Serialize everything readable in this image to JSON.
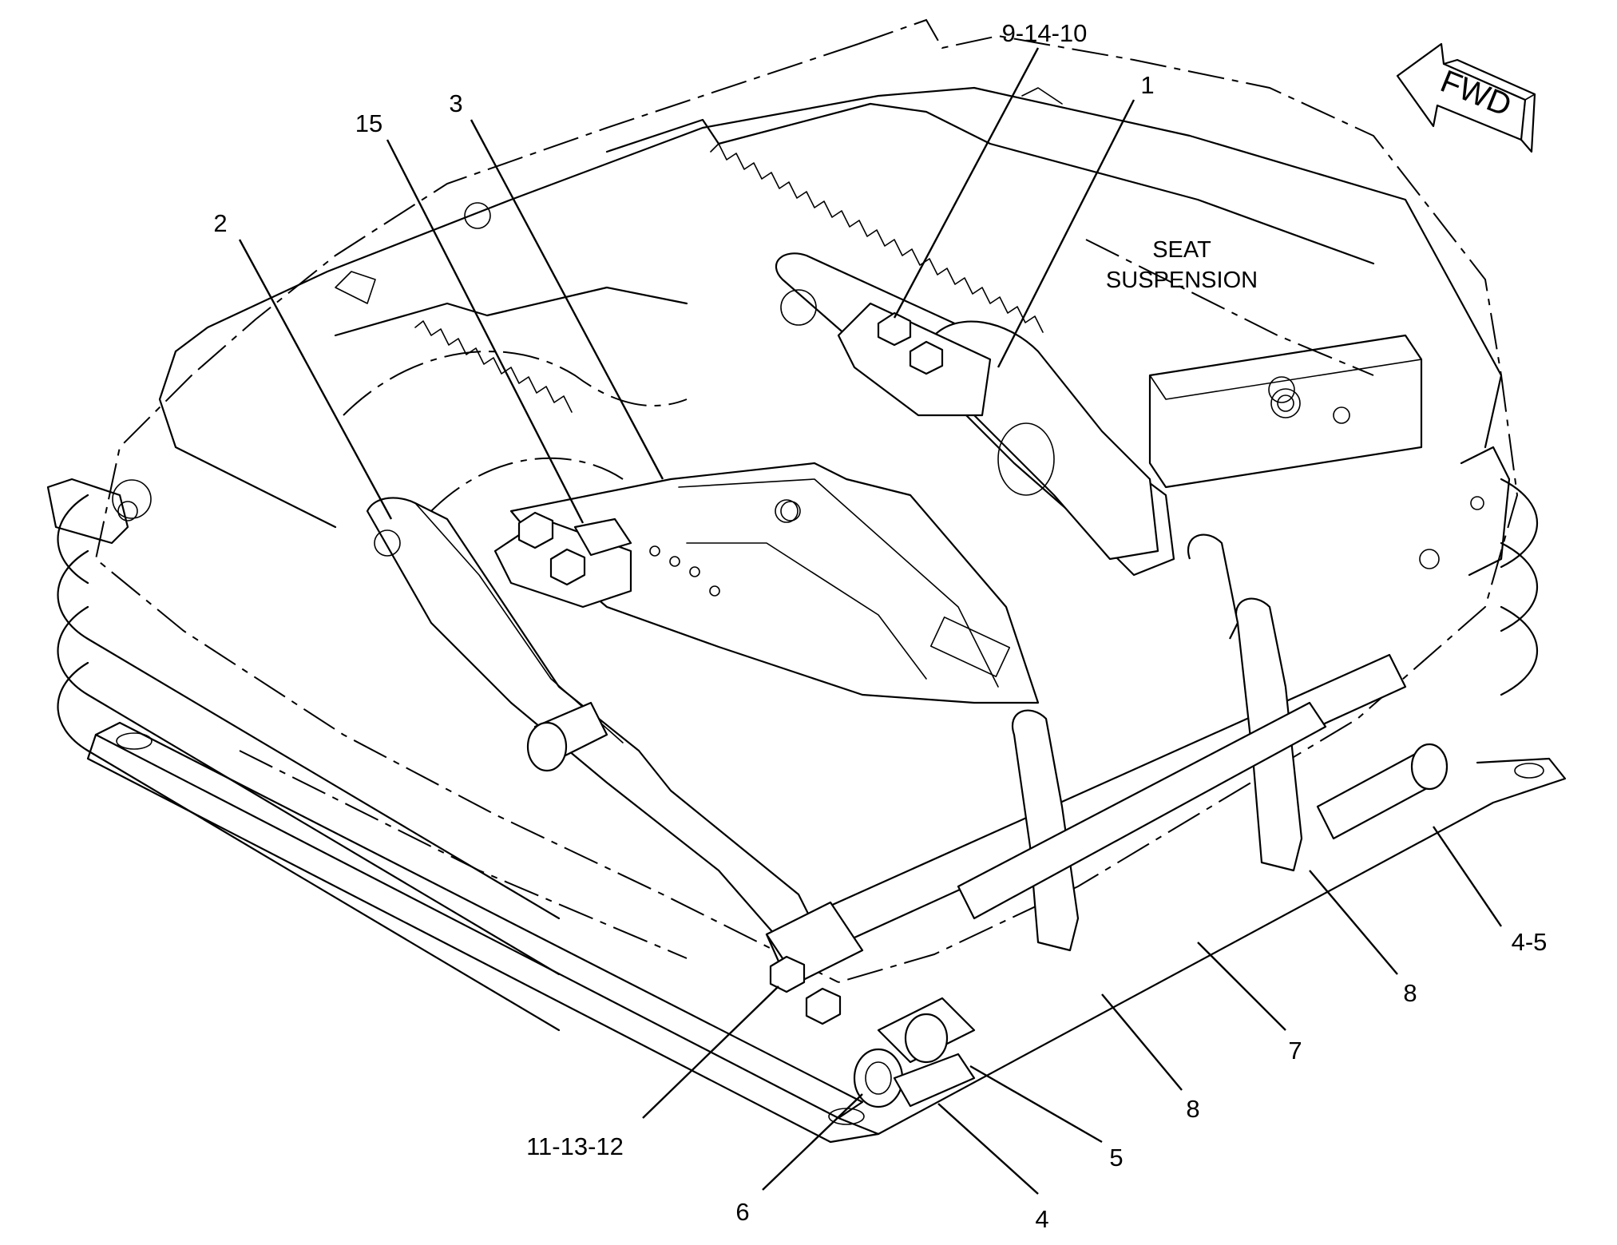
{
  "callouts": [
    {
      "id": "c-9-14-10",
      "label": "9-14-10"
    },
    {
      "id": "c-1",
      "label": "1"
    },
    {
      "id": "c-3",
      "label": "3"
    },
    {
      "id": "c-15",
      "label": "15"
    },
    {
      "id": "c-2",
      "label": "2"
    },
    {
      "id": "c-4-5",
      "label": "4-5"
    },
    {
      "id": "c-8a",
      "label": "8"
    },
    {
      "id": "c-7",
      "label": "7"
    },
    {
      "id": "c-8b",
      "label": "8"
    },
    {
      "id": "c-5",
      "label": "5"
    },
    {
      "id": "c-4",
      "label": "4"
    },
    {
      "id": "c-6",
      "label": "6"
    },
    {
      "id": "c-11-13-12",
      "label": "11-13-12"
    }
  ],
  "note": {
    "line1": "SEAT",
    "line2": "SUSPENSION"
  },
  "direction_arrow": {
    "label": "FWD"
  }
}
